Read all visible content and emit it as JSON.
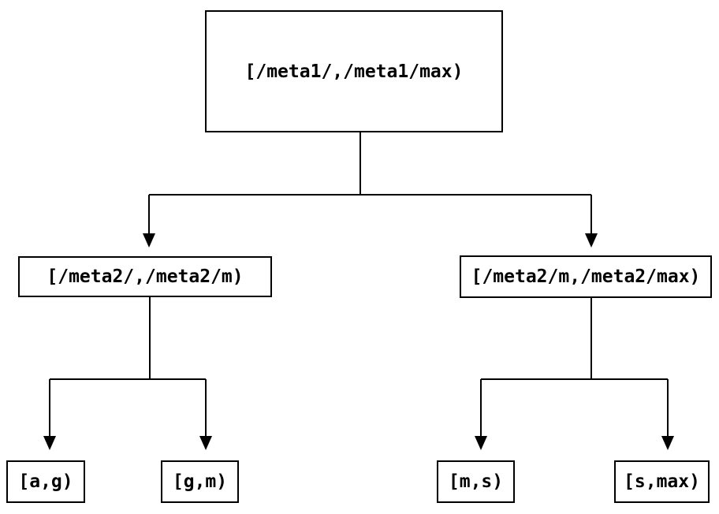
{
  "nodes": {
    "root": {
      "label": "[/meta1/,/meta1/max)"
    },
    "meta2_low": {
      "label": "[/meta2/,/meta2/m)"
    },
    "meta2_high": {
      "label": "[/meta2/m,/meta2/max)"
    },
    "leaf_a_g": {
      "label": "[a,g)"
    },
    "leaf_g_m": {
      "label": "[g,m)"
    },
    "leaf_m_s": {
      "label": "[m,s)"
    },
    "leaf_s_max": {
      "label": "[s,max)"
    }
  },
  "edges": [
    {
      "from": "root",
      "to": "meta2_low"
    },
    {
      "from": "root",
      "to": "meta2_high"
    },
    {
      "from": "meta2_low",
      "to": "leaf_a_g"
    },
    {
      "from": "meta2_low",
      "to": "leaf_g_m"
    },
    {
      "from": "meta2_high",
      "to": "leaf_m_s"
    },
    {
      "from": "meta2_high",
      "to": "leaf_s_max"
    }
  ],
  "colors": {
    "stroke": "#000000",
    "background": "#ffffff",
    "text": "#000000"
  }
}
